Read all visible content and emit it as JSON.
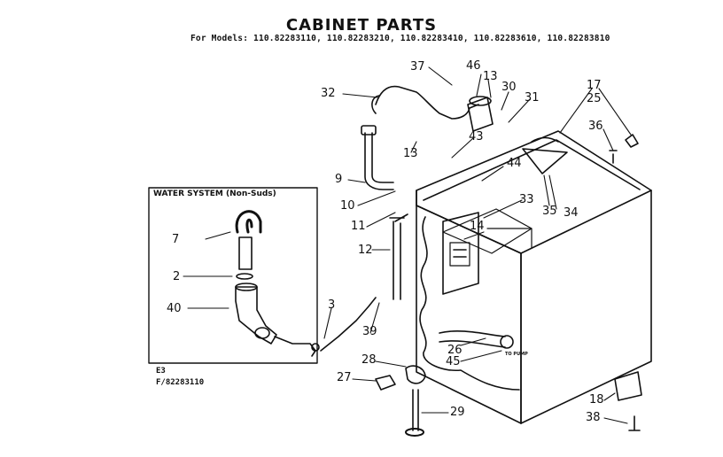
{
  "title": "CABINET PARTS",
  "models": "For Models: 110.82283110, 110.82283210, 110.82283410, 110.82283610, 110.82283810",
  "inset": {
    "title": "WATER SYSTEM (Non-Suds)",
    "code_a": "E3",
    "code_b": "F/82283110"
  },
  "callouts": {
    "c2": "2",
    "c3": "3",
    "c7": "7",
    "c9": "9",
    "c10": "10",
    "c11": "11",
    "c12": "12",
    "c13a": "13",
    "c13b": "13",
    "c14": "14",
    "c17": "17",
    "c18": "18",
    "c25": "25",
    "c26": "26",
    "c27": "27",
    "c28": "28",
    "c29": "29",
    "c30": "30",
    "c31": "31",
    "c32": "32",
    "c33": "33",
    "c34": "34",
    "c35": "35",
    "c36": "36",
    "c37": "37",
    "c38": "38",
    "c39": "39",
    "c40": "40",
    "c43": "43",
    "c44": "44",
    "c45": "45",
    "c46": "46"
  },
  "note_to_pump": "TO PUMP"
}
